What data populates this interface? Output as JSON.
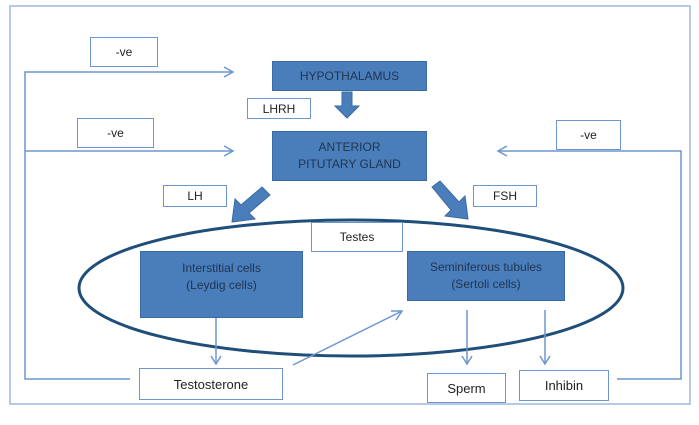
{
  "diagram": {
    "title": "Hormonal control of male reproduction (negative feedback)",
    "nodes": {
      "hypothalamus": "HYPOTHALAMUS",
      "anterior_pituitary": "ANTERIOR PITUTARY GLAND",
      "testes": "Testes",
      "interstitial": "Interstitial cells (Leydig cells)",
      "seminiferous": "Seminiferous tubules (Sertoli cells)",
      "testosterone": "Testosterone",
      "sperm": "Sperm",
      "inhibin": "Inhibin"
    },
    "labels": {
      "lhrh": "LHRH",
      "lh": "LH",
      "fsh": "FSH",
      "neg_top": "-ve",
      "neg_mid_left": "-ve",
      "neg_right": "-ve"
    },
    "colors": {
      "node_fill": "#4a7ebb",
      "line": "#6d95cf",
      "ellipse": "#1f4e79"
    }
  }
}
